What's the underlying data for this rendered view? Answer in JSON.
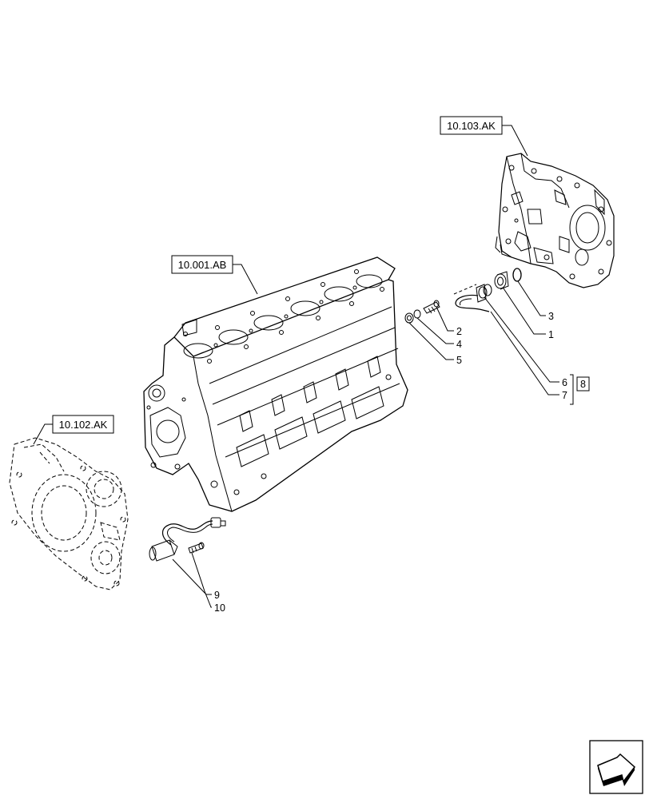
{
  "references": {
    "ref_10_103_ak": "10.103.AK",
    "ref_10_001_ab": "10.001.AB",
    "ref_10_102_ak": "10.102.AK"
  },
  "callouts": {
    "n1": "1",
    "n2": "2",
    "n3": "3",
    "n4": "4",
    "n5": "5",
    "n6": "6",
    "n7": "7",
    "n8": "8",
    "n9": "9",
    "n10": "10"
  },
  "icons": {
    "nav": "next-page-arrow-icon"
  }
}
